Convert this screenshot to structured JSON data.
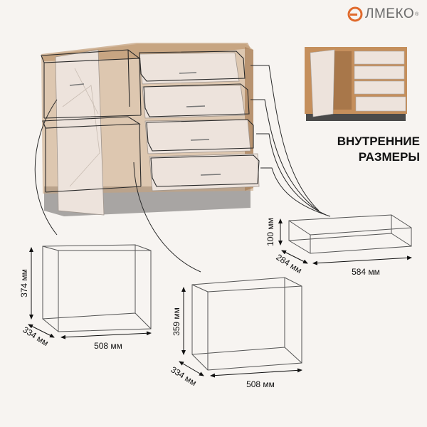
{
  "brand": {
    "name": "ЭЛМЕКО",
    "logo_letter": "Э",
    "logo_rest": "ЛМЕКО",
    "registered_mark": "®",
    "color": "#6b6b6b"
  },
  "heading": {
    "line1": "ВНУТРЕННИЕ",
    "line2": "РАЗМЕРЫ"
  },
  "boxes": {
    "left_compartment": {
      "width_label": "508 мм",
      "height_label": "374 мм",
      "depth_label": "334 мм"
    },
    "middle_compartment": {
      "width_label": "508 мм",
      "height_label": "359 мм",
      "depth_label": "334 мм"
    },
    "drawer": {
      "width_label": "584 мм",
      "height_label": "100 мм",
      "depth_label": "284 мм"
    }
  },
  "colors": {
    "background": "#f7f4f1",
    "cabinet_wood": "#c9a27a",
    "cabinet_front": "#ede3dc",
    "plinth": "#a8a5a3",
    "wireframe": "#2a2a2a"
  }
}
